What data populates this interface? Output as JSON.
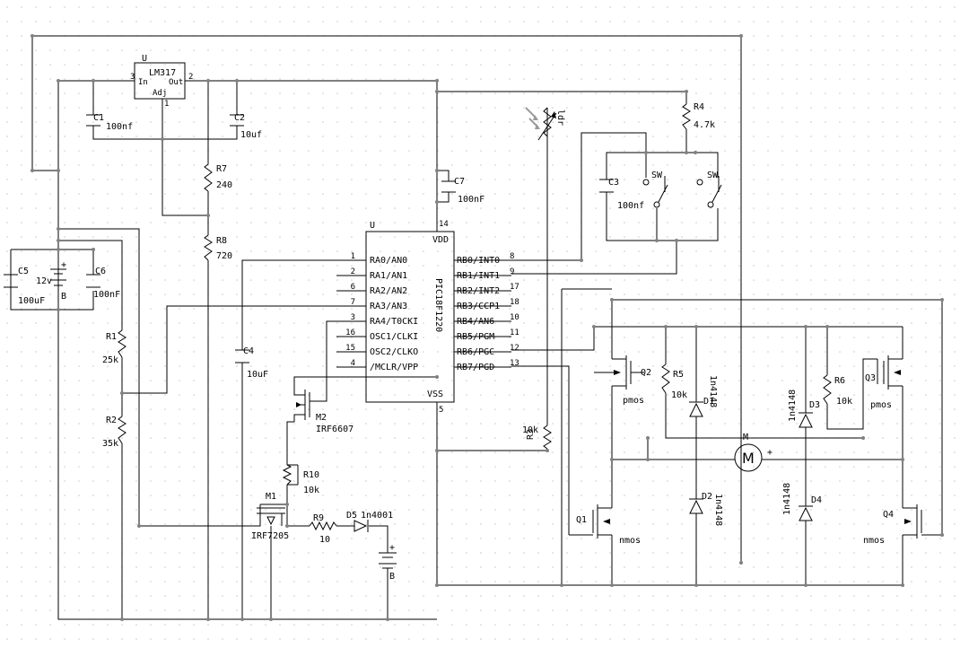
{
  "grid_color": "#bdbdbd",
  "wire_color": "#000000",
  "junction_color": "#808080",
  "led_color": "#9a9a9a",
  "labels": {
    "u_reg": "U",
    "lm317": "LM317",
    "reg_pin_in": "In",
    "reg_pin_out": "Out",
    "reg_pin_adj": "Adj",
    "reg_pin3": "3",
    "reg_pin2": "2",
    "reg_pin1": "1",
    "c1": "C1",
    "c1_val": "100nf",
    "c2": "C2",
    "c2_val": "10uf",
    "r7": "R7",
    "r7_val": "240",
    "r8": "R8",
    "r8_val": "720",
    "c5": "C5",
    "c5_val": "100uF",
    "bat_12v": "12v",
    "bat_b": "B",
    "bat_plus": "+",
    "c6": "C6",
    "c6_val": "100nF",
    "r1": "R1",
    "r1_val": "25k",
    "r2": "R2",
    "r2_val": "35k",
    "c4": "C4",
    "c4_val": "10uF",
    "m2": "M2",
    "m2_val": "IRF6607",
    "r10": "R10",
    "r10_val": "10k",
    "m1": "M1",
    "m1_val": "IRF7205",
    "r9": "R9",
    "r9_val": "10",
    "d5": "D5",
    "d5_val": "1n4001",
    "bat2_plus": "+",
    "bat2_b": "B",
    "u_pic": "U",
    "pic_name": "PIC18F1220",
    "vdd": "VDD",
    "vss": "VSS",
    "pin14": "14",
    "pin5": "5",
    "c7": "C7",
    "c7_val": "100nF",
    "ldr": "ldr",
    "r3": "R3",
    "r3_val": "10k",
    "r4": "R4",
    "r4_val": "4.7k",
    "c3": "C3",
    "c3_val": "100nf",
    "sw1": "SW",
    "sw2": "SW",
    "q2": "Q2",
    "q2_type": "pmos",
    "q3": "Q3",
    "q3_type": "pmos",
    "q1": "Q1",
    "q1_type": "nmos",
    "q4": "Q4",
    "q4_type": "nmos",
    "r5": "R5",
    "r5_val": "10k",
    "r6": "R6",
    "r6_val": "10k",
    "d1": "D1",
    "d1_val": "1n4148",
    "d2": "D2",
    "d2_val": "1n4148",
    "d3": "D3",
    "d3_val": "1n4148",
    "d4": "D4",
    "d4_val": "1n4148",
    "motor_ref": "M",
    "motor_sym": "M",
    "motor_plus": "+"
  },
  "pic_left_pins": [
    {
      "num": "1",
      "name": "RA0/AN0"
    },
    {
      "num": "2",
      "name": "RA1/AN1"
    },
    {
      "num": "6",
      "name": "RA2/AN2"
    },
    {
      "num": "7",
      "name": "RA3/AN3"
    },
    {
      "num": "3",
      "name": "RA4/T0CKI"
    },
    {
      "num": "16",
      "name": "OSC1/CLKI"
    },
    {
      "num": "15",
      "name": "OSC2/CLKO"
    },
    {
      "num": "4",
      "name": "/MCLR/VPP"
    }
  ],
  "pic_right_pins": [
    {
      "num": "8",
      "name": "RB0/INT0"
    },
    {
      "num": "9",
      "name": "RB1/INT1"
    },
    {
      "num": "17",
      "name": "RB2/INT2"
    },
    {
      "num": "18",
      "name": "RB3/CCP1"
    },
    {
      "num": "10",
      "name": "RB4/AN6"
    },
    {
      "num": "11",
      "name": "RB5/PGM"
    },
    {
      "num": "12",
      "name": "RB6/PGC"
    },
    {
      "num": "13",
      "name": "RB7/PGD"
    }
  ]
}
